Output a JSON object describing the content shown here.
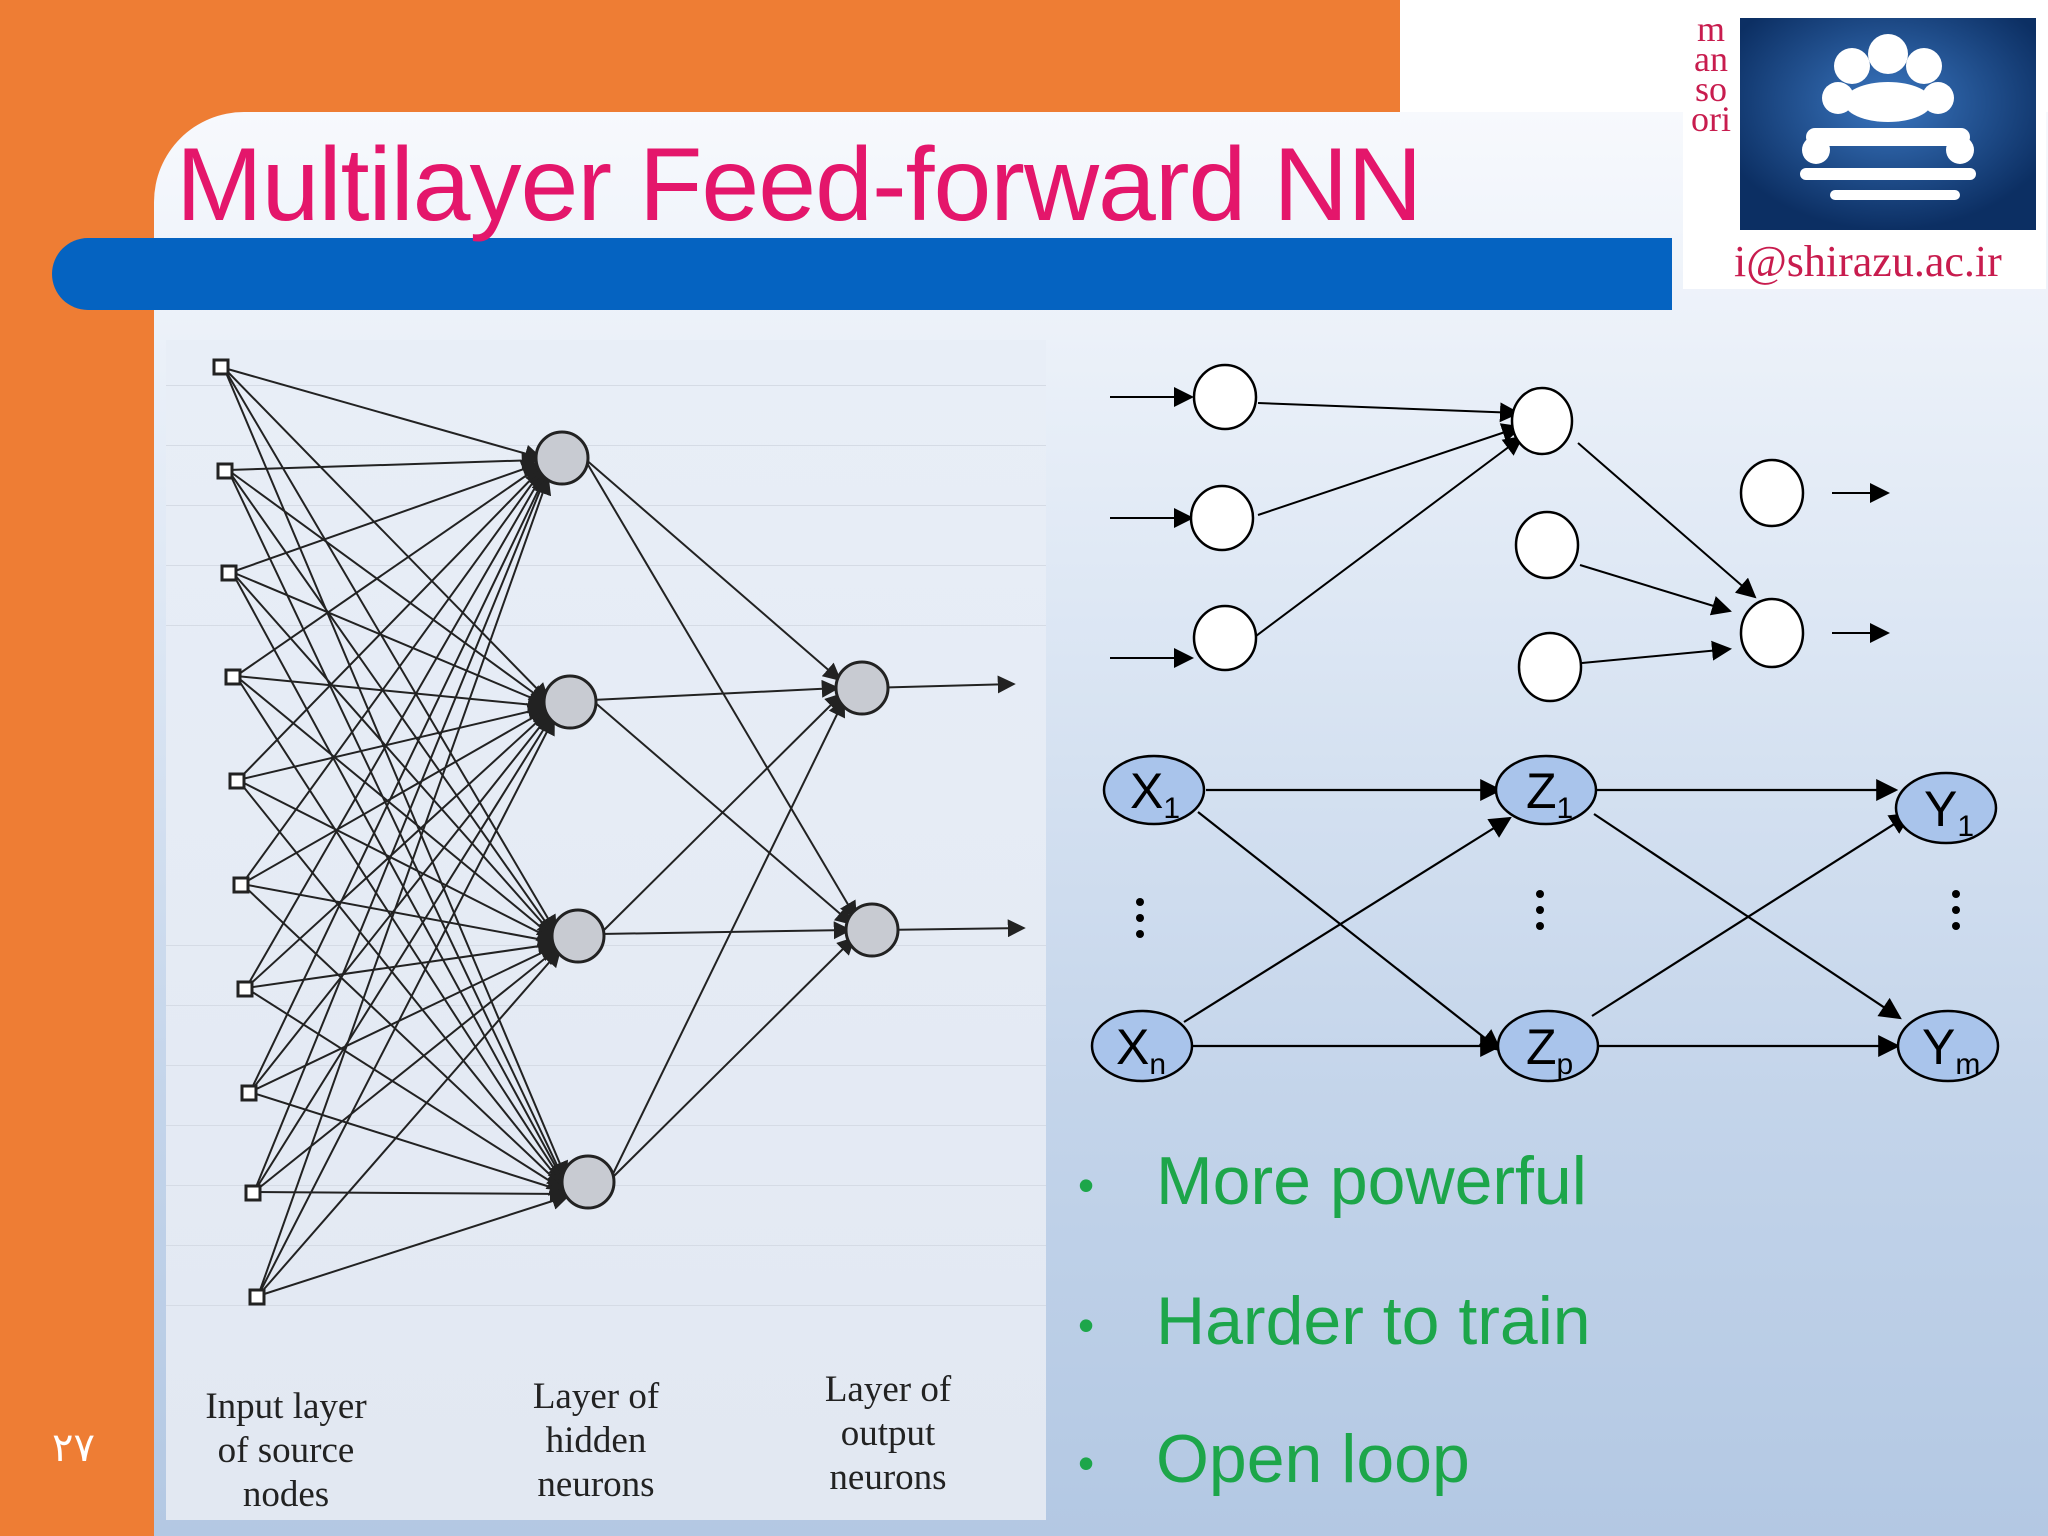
{
  "slide": {
    "title": "Multilayer Feed-forward NN",
    "page_number": "۲۷"
  },
  "logo": {
    "vertical_text": "mansoori",
    "email": "@shirazu.ac.ir"
  },
  "figure_left": {
    "caption_input": [
      "Input layer",
      "of source",
      "nodes"
    ],
    "caption_hidden": [
      "Layer of",
      "hidden",
      "neurons"
    ],
    "caption_output": [
      "Layer of",
      "output",
      "neurons"
    ]
  },
  "diagram_bottom": {
    "nodes": {
      "x1": {
        "main": "X",
        "sub": "1"
      },
      "xn": {
        "main": "X",
        "sub": "n"
      },
      "z1": {
        "main": "Z",
        "sub": "1"
      },
      "zp": {
        "main": "Z",
        "sub": "p"
      },
      "y1": {
        "main": "Y",
        "sub": "1"
      },
      "ym": {
        "main": "Y",
        "sub": "m"
      }
    }
  },
  "bullets": [
    "More powerful",
    "Harder to train",
    "Open loop"
  ],
  "colors": {
    "orange": "#EE7D34",
    "title": "#E4166B",
    "bar_blue": "#0563C1",
    "bullet_green": "#1DA64A",
    "node_fill": "#A9C4EB"
  }
}
